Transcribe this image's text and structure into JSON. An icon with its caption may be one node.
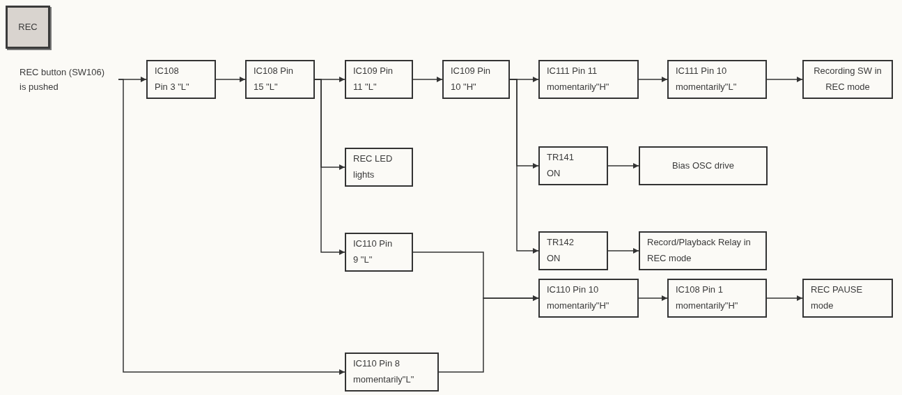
{
  "diagram": {
    "nodes": [
      {
        "text": [
          "REC"
        ]
      },
      {
        "text": [
          "REC button (SW106) is pushed"
        ]
      },
      {
        "text": [
          "IC108 Pin 3 \"L\""
        ]
      },
      {
        "text": [
          "IC108 Pin 15 \"L\""
        ]
      },
      {
        "text": [
          "IC109 Pin 11 \"L\""
        ]
      },
      {
        "text": [
          "IC109 Pin 10 \"H\""
        ]
      },
      {
        "text": [
          "IC111 Pin 11 momentarily\"H\""
        ]
      },
      {
        "text": [
          "IC111 Pin 10 momentarily\"L\""
        ]
      },
      {
        "text": [
          "Recording SW in REC mode"
        ]
      },
      {
        "text": [
          "REC LED lights"
        ]
      },
      {
        "text": [
          "TR141 ON"
        ]
      },
      {
        "text": [
          "Bias OSC drive"
        ]
      },
      {
        "text": [
          "IC110 Pin 9 \"L\""
        ]
      },
      {
        "text": [
          "TR142 ON"
        ]
      },
      {
        "text": [
          "Record/Playback Relay in REC mode"
        ]
      },
      {
        "text": [
          "IC110 Pin 10 momentarily\"H\""
        ]
      },
      {
        "text": [
          "IC108 Pin 1 momentarily\"H\""
        ]
      },
      {
        "text": [
          "REC PAUSE mode"
        ]
      },
      {
        "text": [
          "IC110 Pin 8 momentarily\"L\""
        ]
      }
    ],
    "edges": [
      {
        "from": 1,
        "to": 2,
        "arrow": "to"
      },
      {
        "from": 1,
        "to": 18,
        "arrow": "to"
      },
      {
        "from": 2,
        "to": 3,
        "arrow": "to"
      },
      {
        "from": 3,
        "to": 4,
        "arrow": "to"
      },
      {
        "from": 3,
        "to": 9,
        "arrow": "to"
      },
      {
        "from": 3,
        "to": 12,
        "arrow": "to"
      },
      {
        "from": 4,
        "to": 5,
        "arrow": "to"
      },
      {
        "from": 5,
        "to": 6,
        "arrow": "to"
      },
      {
        "from": 5,
        "to": 10,
        "arrow": "to"
      },
      {
        "from": 5,
        "to": 13,
        "arrow": "to"
      },
      {
        "from": 6,
        "to": 7,
        "arrow": "to"
      },
      {
        "from": 7,
        "to": 8,
        "arrow": "to"
      },
      {
        "from": 10,
        "to": 11,
        "arrow": "to"
      },
      {
        "from": 13,
        "to": 14,
        "arrow": "to"
      },
      {
        "from": 12,
        "to": 15,
        "arrow": "to"
      },
      {
        "from": 18,
        "to": 15,
        "arrow": "to"
      },
      {
        "from": 15,
        "to": 16,
        "arrow": "to"
      },
      {
        "from": 16,
        "to": 17,
        "arrow": "to"
      }
    ]
  }
}
